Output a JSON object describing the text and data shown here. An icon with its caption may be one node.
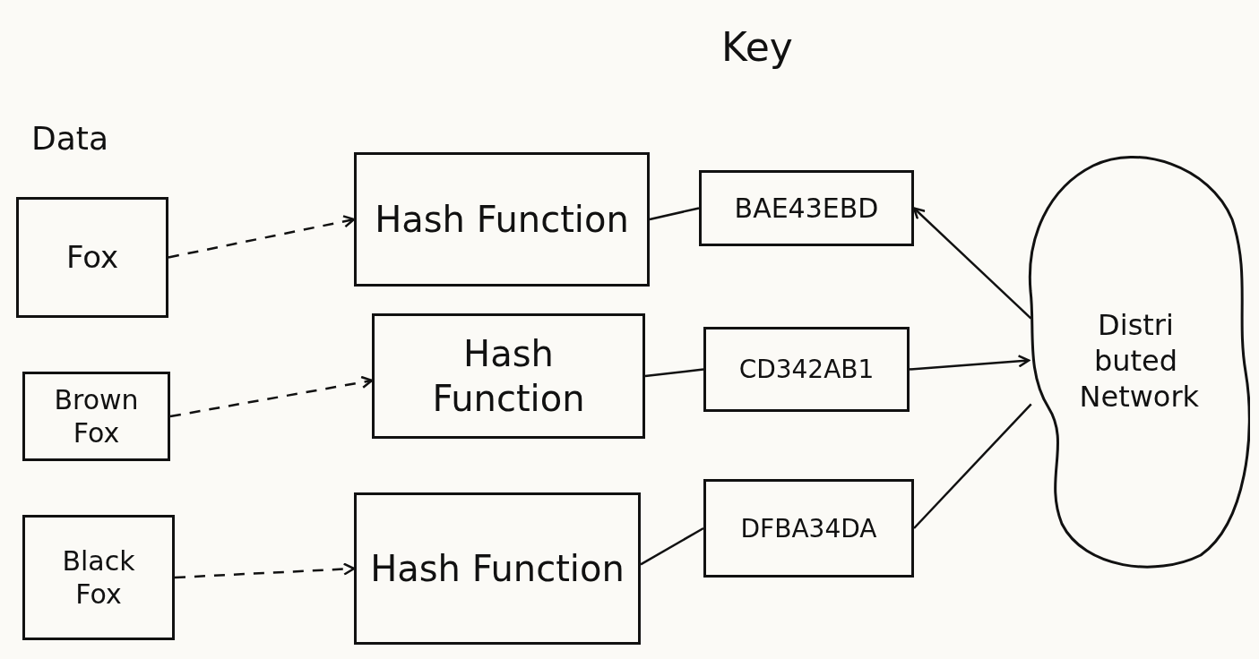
{
  "diagram": {
    "nodes": [
      {
        "text": [
          "Fox"
        ]
      },
      {
        "text": [
          "Brown Fox"
        ]
      },
      {
        "text": [
          "Black Fox"
        ]
      },
      {
        "text": [
          "Hash Function"
        ]
      },
      {
        "text": [
          "Hash Function"
        ]
      },
      {
        "text": [
          "Hash Function"
        ]
      },
      {
        "text": [
          "BAE43EBD"
        ]
      },
      {
        "text": [
          "CD342AB1"
        ]
      },
      {
        "text": [
          "DFBA34DA"
        ]
      },
      {
        "text": [
          "Distri buted Network"
        ]
      }
    ],
    "edges": [
      {
        "from": 0,
        "to": 3,
        "arrow": "to",
        "style": "dashed"
      },
      {
        "from": 1,
        "to": 4,
        "arrow": "to",
        "style": "dashed"
      },
      {
        "from": 2,
        "to": 5,
        "arrow": "to",
        "style": "dashed"
      },
      {
        "from": 3,
        "to": 6,
        "arrow": "none"
      },
      {
        "from": 4,
        "to": 7,
        "arrow": "none"
      },
      {
        "from": 5,
        "to": 8,
        "arrow": "none"
      },
      {
        "from": 9,
        "to": 6,
        "arrow": "to"
      },
      {
        "from": 7,
        "to": 9,
        "arrow": "to"
      },
      {
        "from": 8,
        "to": 9,
        "arrow": "none"
      }
    ],
    "labels": [
      "Key",
      "Data"
    ]
  }
}
